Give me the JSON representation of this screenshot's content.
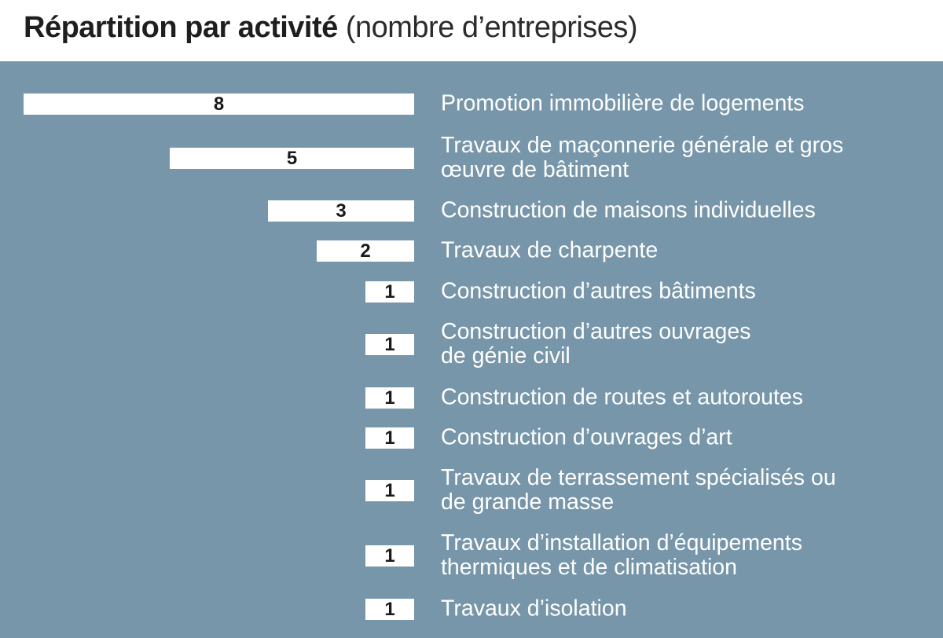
{
  "title": {
    "bold": "Répartition par activité",
    "light": " (nombre d’entreprises)"
  },
  "colors": {
    "panel": "#7796a9",
    "bar": "#ffffff",
    "title": "#1e1e1e"
  },
  "rows": [
    {
      "value": "8",
      "label": "Promotion immobilière de logements",
      "label2": ""
    },
    {
      "value": "5",
      "label": "Travaux de maçonnerie générale et gros",
      "label2": "œuvre de bâtiment"
    },
    {
      "value": "3",
      "label": "Construction de maisons individuelles",
      "label2": ""
    },
    {
      "value": "2",
      "label": "Travaux de charpente",
      "label2": ""
    },
    {
      "value": "1",
      "label": "Construction d’autres bâtiments",
      "label2": ""
    },
    {
      "value": "1",
      "label": "Construction d’autres ouvrages",
      "label2": "de génie civil"
    },
    {
      "value": "1",
      "label": "Construction de routes et autoroutes",
      "label2": ""
    },
    {
      "value": "1",
      "label": "Construction d’ouvrages d’art",
      "label2": ""
    },
    {
      "value": "1",
      "label": "Travaux de terrassement spécialisés ou",
      "label2": "de grande masse"
    },
    {
      "value": "1",
      "label": "Travaux d’installation d’équipements",
      "label2": "thermiques et de climatisation"
    },
    {
      "value": "1",
      "label": "Travaux d’isolation",
      "label2": ""
    }
  ],
  "chart_data": {
    "type": "bar",
    "orientation": "horizontal",
    "title": "Répartition par activité (nombre d’entreprises)",
    "categories": [
      "Promotion immobilière de logements",
      "Travaux de maçonnerie générale et gros œuvre de bâtiment",
      "Construction de maisons individuelles",
      "Travaux de charpente",
      "Construction d’autres bâtiments",
      "Construction d’autres ouvrages de génie civil",
      "Construction de routes et autoroutes",
      "Construction d’ouvrages d’art",
      "Travaux de terrassement spécialisés ou de grande masse",
      "Travaux d’installation d’équipements thermiques et de climatisation",
      "Travaux d’isolation"
    ],
    "values": [
      8,
      5,
      3,
      2,
      1,
      1,
      1,
      1,
      1,
      1,
      1
    ],
    "xlabel": "",
    "ylabel": "",
    "xlim": [
      0,
      8
    ],
    "grid": false,
    "legend": null,
    "data_labels": true
  }
}
